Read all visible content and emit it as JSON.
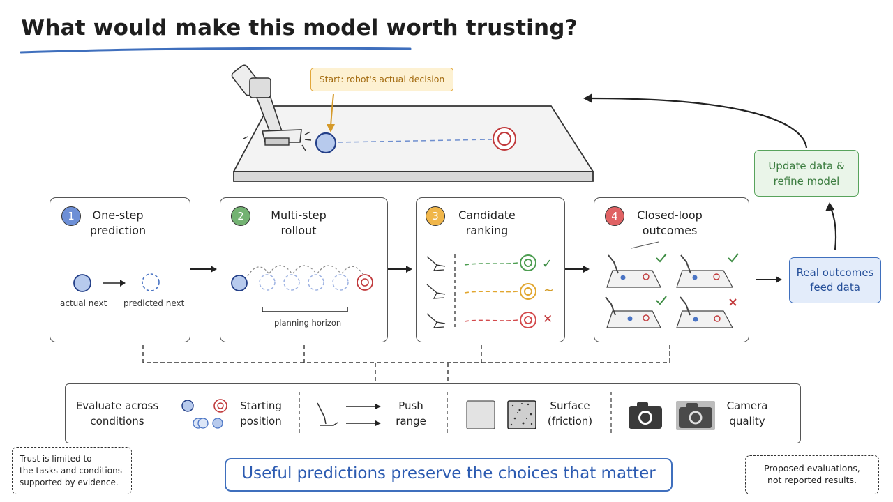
{
  "title": "What would make this model worth trusting?",
  "callout": "Start: robot's actual decision",
  "update_box": {
    "line1": "Update data &",
    "line2": "refine model"
  },
  "outcomes_box": {
    "line1": "Real outcomes",
    "line2": "feed data"
  },
  "steps": [
    {
      "number": "1",
      "line1": "One-step",
      "line2": "prediction",
      "color": "#3f6fbd"
    },
    {
      "number": "2",
      "line1": "Multi-step",
      "line2": "rollout",
      "color": "#58a35c"
    },
    {
      "number": "3",
      "line1": "Candidate",
      "line2": "ranking",
      "color": "#e8a93a"
    },
    {
      "number": "4",
      "line1": "Closed-loop",
      "line2": "outcomes",
      "color": "#d6484a"
    }
  ],
  "step1": {
    "actual": "actual next",
    "predicted": "predicted next"
  },
  "step2": {
    "horizon": "planning horizon"
  },
  "step3": {
    "marks": [
      "✓",
      "~",
      "✕"
    ]
  },
  "conditions": {
    "heading_line1": "Evaluate across",
    "heading_line2": "conditions",
    "starting_line1": "Starting",
    "starting_line2": "position",
    "push_line1": "Push",
    "push_line2": "range",
    "surface_line1": "Surface",
    "surface_line2": "(friction)",
    "camera_line1": "Camera",
    "camera_line2": "quality"
  },
  "note_left": {
    "line1": "Trust is limited to",
    "line2": "the tasks and conditions",
    "line3": "supported by evidence."
  },
  "banner": "Useful predictions preserve the choices that matter",
  "note_right": {
    "line1": "Proposed evaluations,",
    "line2": "not reported results."
  },
  "colors": {
    "blue": "#3f6fbd",
    "green": "#58a35c",
    "orange": "#e8a93a",
    "red": "#d6484a"
  }
}
